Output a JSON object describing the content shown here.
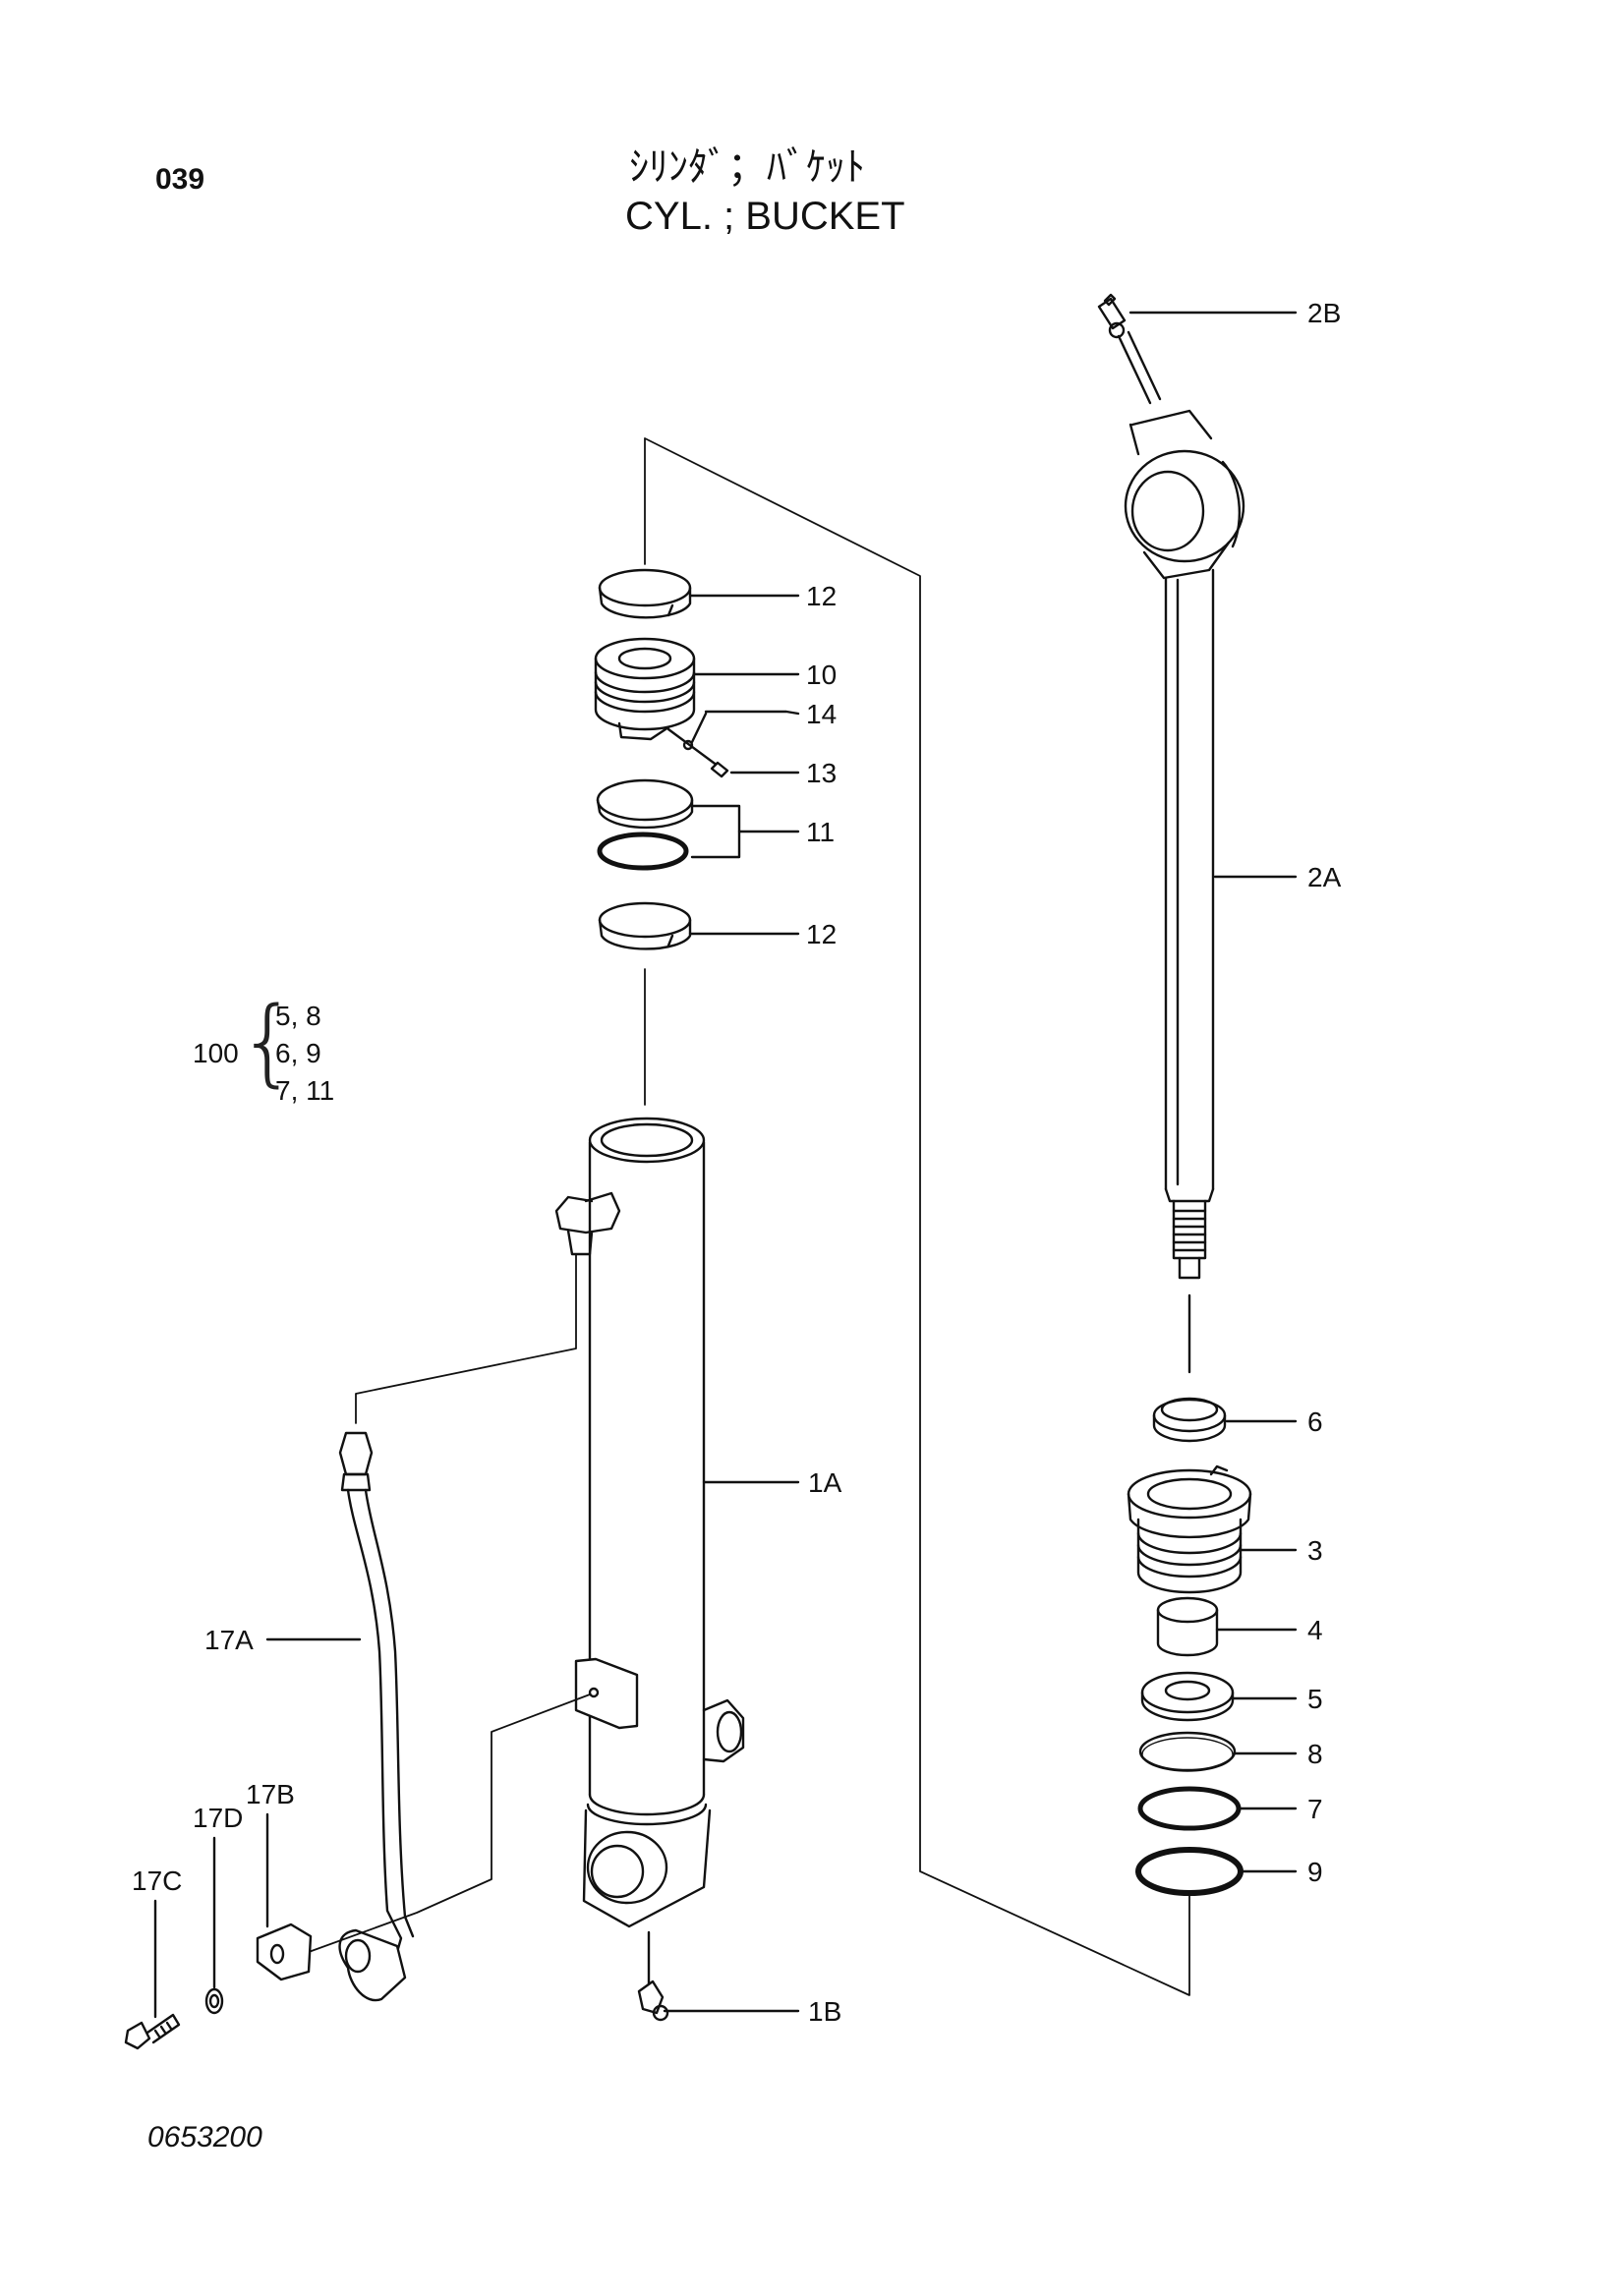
{
  "header": {
    "page_number": "039",
    "title_jp": "ｼﾘﾝﾀﾞ；ﾊﾞｹｯﾄ",
    "title_en": "CYL. ; BUCKET"
  },
  "footer": {
    "drawing_number": "0653200"
  },
  "callouts": {
    "c2B": "2B",
    "c2A": "2A",
    "c12a": "12",
    "c10": "10",
    "c14": "14",
    "c13": "13",
    "c11": "11",
    "c12b": "12",
    "c1A": "1A",
    "c1B": "1B",
    "c17A": "17A",
    "c17B": "17B",
    "c17C": "17C",
    "c17D": "17D",
    "c6": "6",
    "c3": "3",
    "c4": "4",
    "c5": "5",
    "c8": "8",
    "c7": "7",
    "c9": "9"
  },
  "kit": {
    "label": "100",
    "rows": [
      "5,  8",
      "6,  9",
      "7,  11"
    ]
  }
}
